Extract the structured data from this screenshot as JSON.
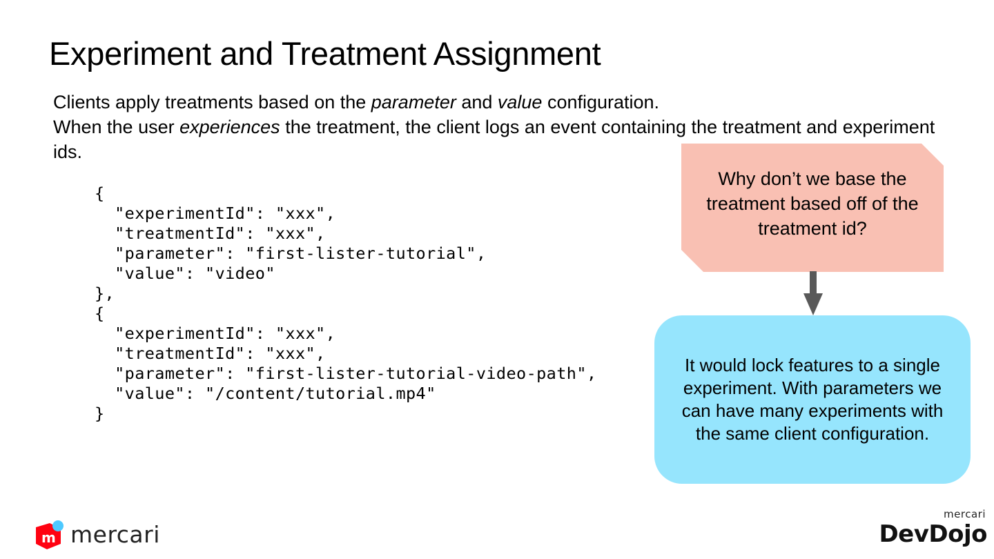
{
  "slide": {
    "title": "Experiment and Treatment Assignment",
    "body": {
      "line1_prefix": "Clients apply treatments based on the ",
      "line1_em1": "parameter",
      "line1_mid": " and ",
      "line1_em2": "value",
      "line1_suffix": " configuration.",
      "line2_prefix": "When the user ",
      "line2_em": "experiences",
      "line2_suffix": " the treatment, the client logs an event containing the treatment and experiment ids."
    },
    "code_lines": [
      "{",
      "  \"experimentId\": \"xxx\",",
      "  \"treatmentId\": \"xxx\",",
      "  \"parameter\": \"first-lister-tutorial\",",
      "  \"value\": \"video\"",
      "},",
      "{",
      "  \"experimentId\": \"xxx\",",
      "  \"treatmentId\": \"xxx\",",
      "  \"parameter\": \"first-lister-tutorial-video-path\",",
      "  \"value\": \"/content/tutorial.mp4\"",
      "}"
    ],
    "callout_question": "Why don’t we base the treatment based off of the treatment id?",
    "callout_answer": "It would lock features to a single experiment. With parameters we can have many experiments with the same client configuration.",
    "colors": {
      "question_bg": "#f9c0b3",
      "answer_bg": "#96e5fd",
      "arrow": "#595959",
      "mercari_red": "#ff0211",
      "mercari_blue": "#4dc9ff"
    }
  },
  "logos": {
    "mercari_wordmark": "mercari",
    "devdojo_small": "mercari",
    "devdojo_big": "DevDojo"
  }
}
